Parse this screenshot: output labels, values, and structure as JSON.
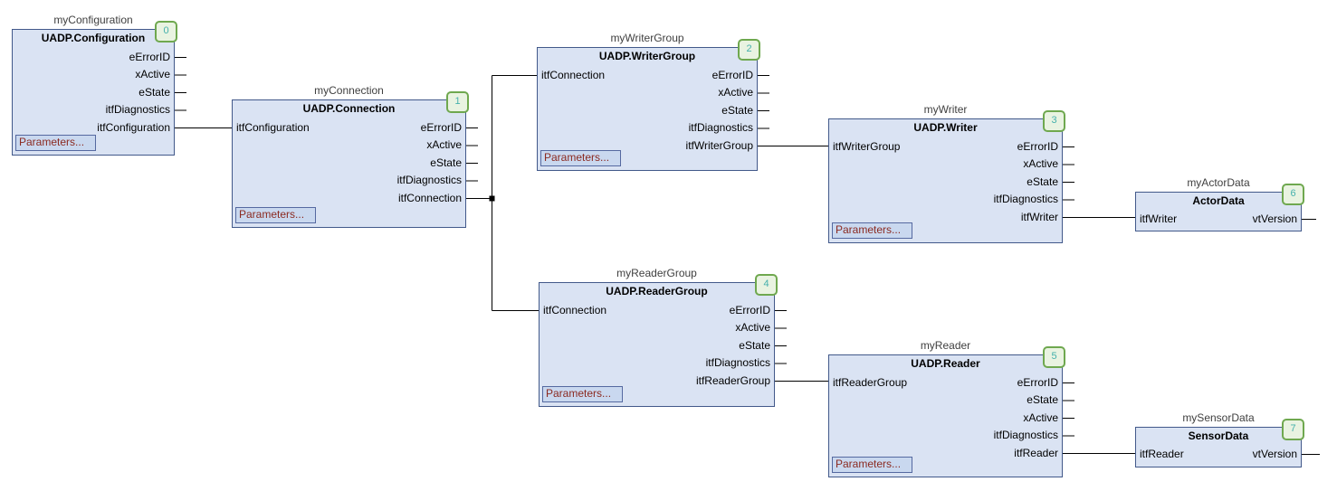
{
  "editor": "CFC function block diagram",
  "blocks": [
    {
      "order": "0",
      "instance": "myConfiguration",
      "type": "UADP.Configuration",
      "input": null,
      "outputs": [
        "eErrorID",
        "xActive",
        "eState",
        "itfDiagnostics",
        "itfConfiguration"
      ],
      "button_label": "Parameters..."
    },
    {
      "order": "1",
      "instance": "myConnection",
      "type": "UADP.Connection",
      "input": "itfConfiguration",
      "outputs": [
        "eErrorID",
        "xActive",
        "eState",
        "itfDiagnostics",
        "itfConnection"
      ],
      "button_label": "Parameters..."
    },
    {
      "order": "2",
      "instance": "myWriterGroup",
      "type": "UADP.WriterGroup",
      "input": "itfConnection",
      "outputs": [
        "eErrorID",
        "xActive",
        "eState",
        "itfDiagnostics",
        "itfWriterGroup"
      ],
      "button_label": "Parameters..."
    },
    {
      "order": "3",
      "instance": "myWriter",
      "type": "UADP.Writer",
      "input": "itfWriterGroup",
      "outputs": [
        "eErrorID",
        "xActive",
        "eState",
        "itfDiagnostics",
        "itfWriter"
      ],
      "button_label": "Parameters..."
    },
    {
      "order": "4",
      "instance": "myReaderGroup",
      "type": "UADP.ReaderGroup",
      "input": "itfConnection",
      "outputs": [
        "eErrorID",
        "xActive",
        "eState",
        "itfDiagnostics",
        "itfReaderGroup"
      ],
      "button_label": "Parameters..."
    },
    {
      "order": "5",
      "instance": "myReader",
      "type": "UADP.Reader",
      "input": "itfReaderGroup",
      "outputs": [
        "eErrorID",
        "eState",
        "xActive",
        "itfDiagnostics",
        "itfReader"
      ],
      "button_label": "Parameters..."
    },
    {
      "order": "6",
      "instance": "myActorData",
      "type": "ActorData",
      "input": "itfWriter",
      "outputs": [
        "vtVersion"
      ],
      "button_label": null
    },
    {
      "order": "7",
      "instance": "mySensorData",
      "type": "SensorData",
      "input": "itfReader",
      "outputs": [
        "vtVersion"
      ],
      "button_label": null
    }
  ],
  "colors": {
    "block_fill": "#dae3f3",
    "block_border": "#42598a",
    "badge_fill": "#e9f3e1",
    "badge_border": "#6fa84f",
    "badge_text": "#45b0ac",
    "button_fill": "#c9d8ef",
    "button_text": "#8b2a21",
    "wire": "#000000",
    "background": "#ffffff"
  }
}
